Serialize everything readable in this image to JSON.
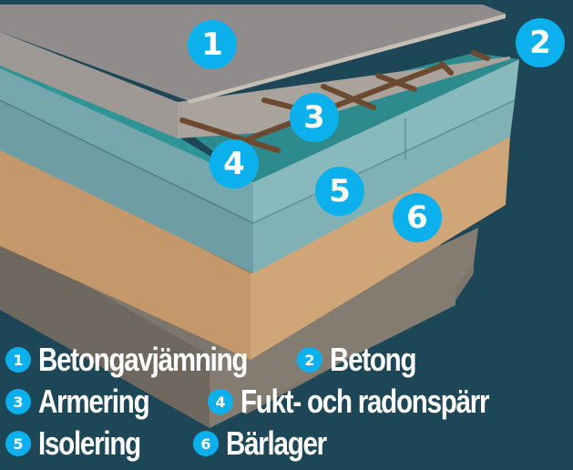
{
  "diagram": {
    "title": "",
    "colors": {
      "background": "#1d4656",
      "badge": "#0cb0ec",
      "concrete_top": "#8f8c8b",
      "concrete_side": "#9a9690",
      "membrane": "#2e8a8c",
      "insulation": "#76a8ad",
      "bearing_layer": "#c69a6c",
      "ground": "#7d766c",
      "rebar": "#6b4a30"
    },
    "badges": [
      {
        "number": "1",
        "layer": "Betongavjämning"
      },
      {
        "number": "2",
        "layer": "Betong"
      },
      {
        "number": "3",
        "layer": "Armering"
      },
      {
        "number": "4",
        "layer": "Fukt- och radonspärr"
      },
      {
        "number": "5",
        "layer": "Isolering"
      },
      {
        "number": "6",
        "layer": "Bärlager"
      }
    ]
  },
  "legend": {
    "rows": [
      [
        {
          "number": "1",
          "label": "Betongavjämning"
        },
        {
          "number": "2",
          "label": "Betong"
        }
      ],
      [
        {
          "number": "3",
          "label": "Armering"
        },
        {
          "number": "4",
          "label": "Fukt- och radonspärr"
        }
      ],
      [
        {
          "number": "5",
          "label": "Isolering"
        },
        {
          "number": "6",
          "label": "Bärlager"
        }
      ]
    ]
  }
}
